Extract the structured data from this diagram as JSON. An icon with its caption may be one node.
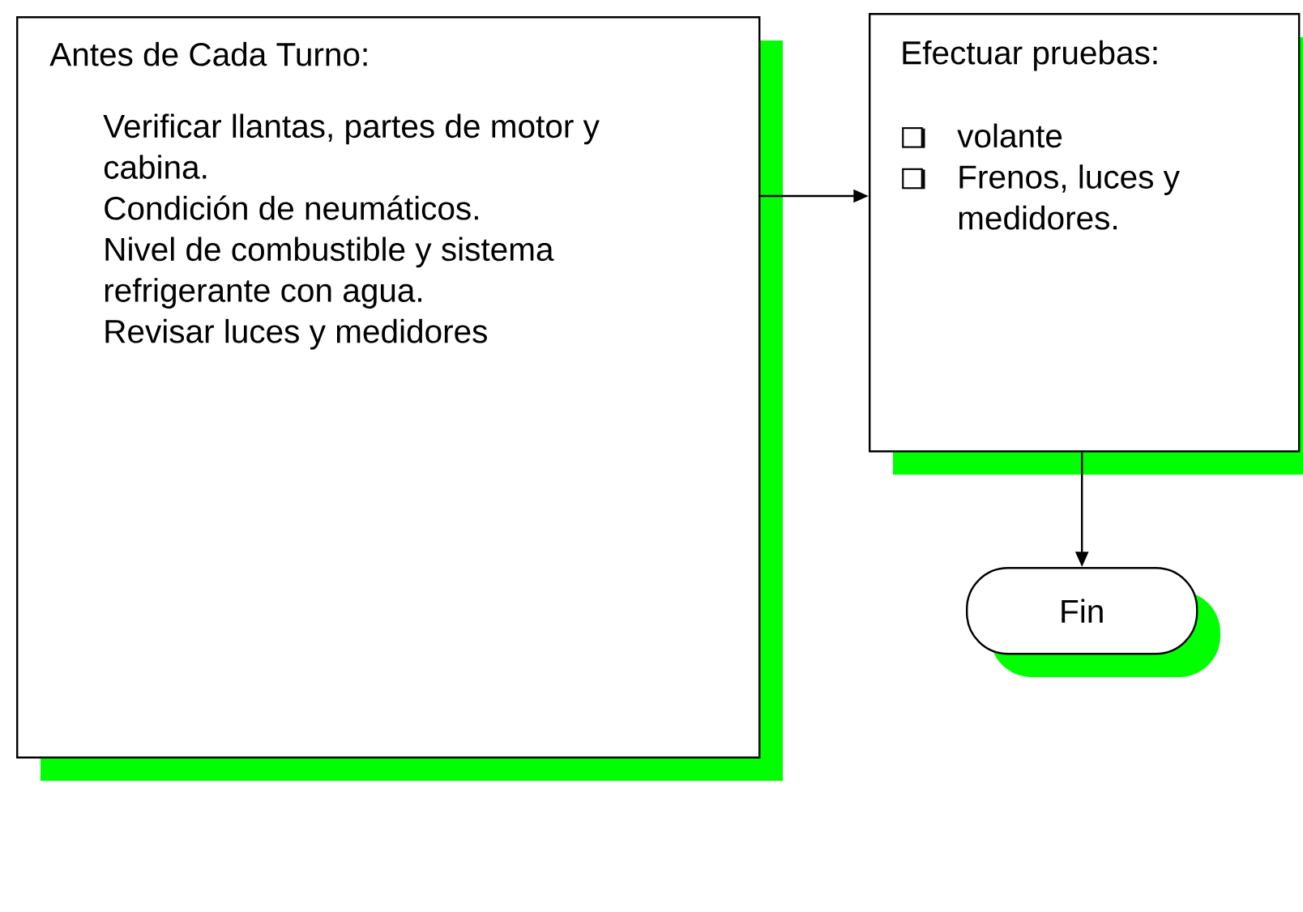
{
  "diagram": {
    "nodes": [
      {
        "text": [
          "Antes de Cada Turno:",
          "Verificar llantas, partes de motor y cabina.",
          "Condición de neumáticos.",
          "Nivel de combustible y sistema refrigerante con agua.",
          "Revisar luces y medidores"
        ]
      },
      {
        "text": [
          "Efectuar pruebas:",
          "volante",
          "Frenos, luces y medidores."
        ]
      },
      {
        "text": [
          "Fin"
        ]
      }
    ],
    "edges": [
      {
        "from": 0,
        "to": 1,
        "arrow": "to"
      },
      {
        "from": 1,
        "to": 2,
        "arrow": "to"
      }
    ]
  }
}
